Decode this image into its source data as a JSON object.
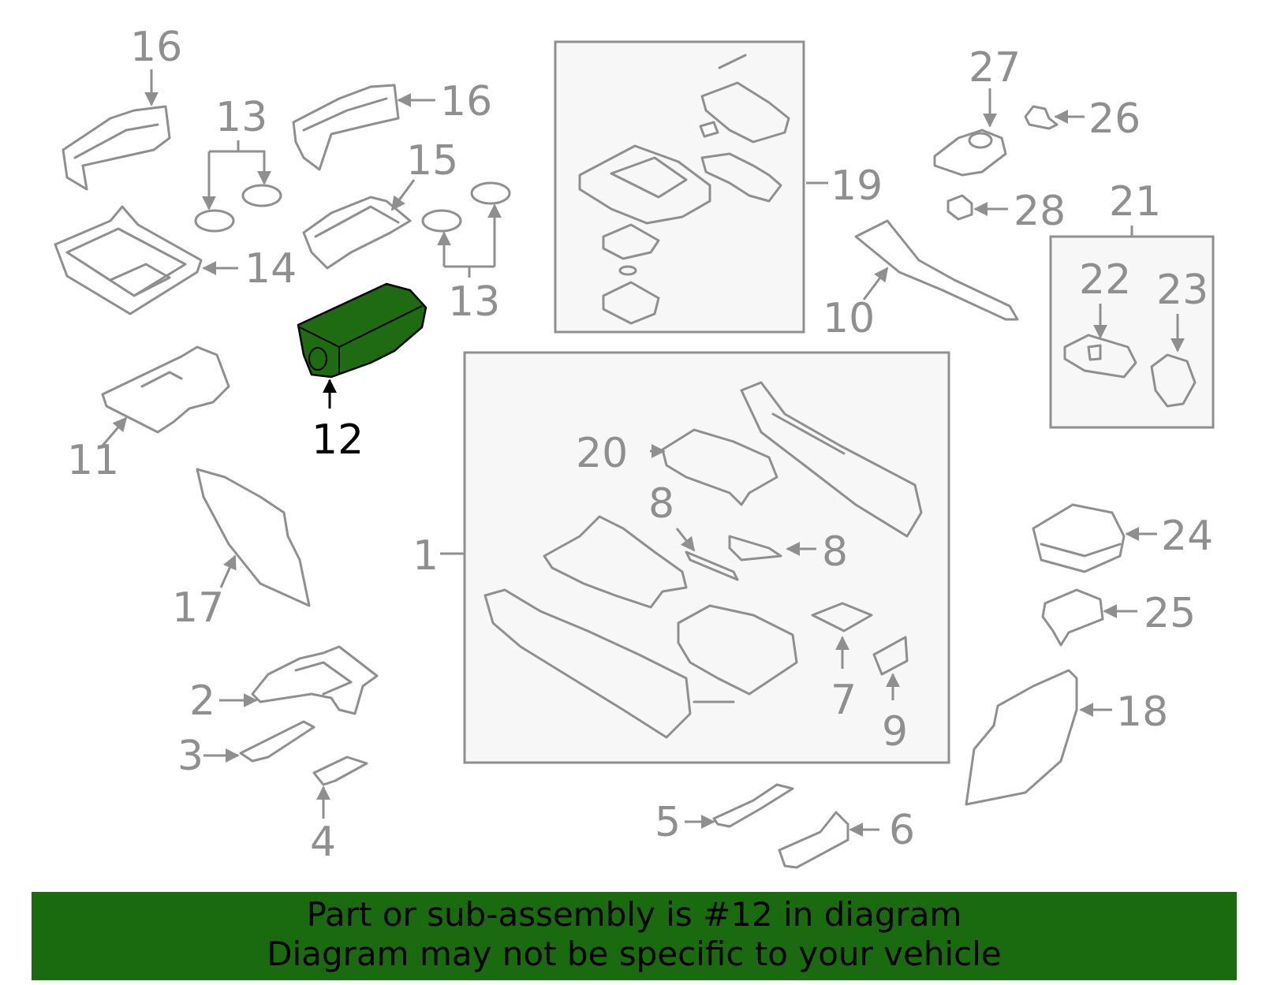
{
  "colors": {
    "highlight_fill": "#1e6b12",
    "banner_bg": "#1a6a10",
    "part_stroke": "#8f8f8f",
    "box_fill": "#f7f7f7"
  },
  "callouts": {
    "c1": "1",
    "c2": "2",
    "c3": "3",
    "c4": "4",
    "c5": "5",
    "c6": "6",
    "c7": "7",
    "c8a": "8",
    "c8b": "8",
    "c9": "9",
    "c10": "10",
    "c11": "11",
    "c12": "12",
    "c13a": "13",
    "c13b": "13",
    "c14": "14",
    "c15": "15",
    "c16a": "16",
    "c16b": "16",
    "c17": "17",
    "c18": "18",
    "c19": "19",
    "c20": "20",
    "c21": "21",
    "c22": "22",
    "c23": "23",
    "c24": "24",
    "c25": "25",
    "c26": "26",
    "c27": "27",
    "c28": "28"
  },
  "highlighted_part": "12",
  "banner": {
    "line1": "Part or sub-assembly is #12 in diagram",
    "line2": "Diagram may not be specific to your vehicle"
  }
}
